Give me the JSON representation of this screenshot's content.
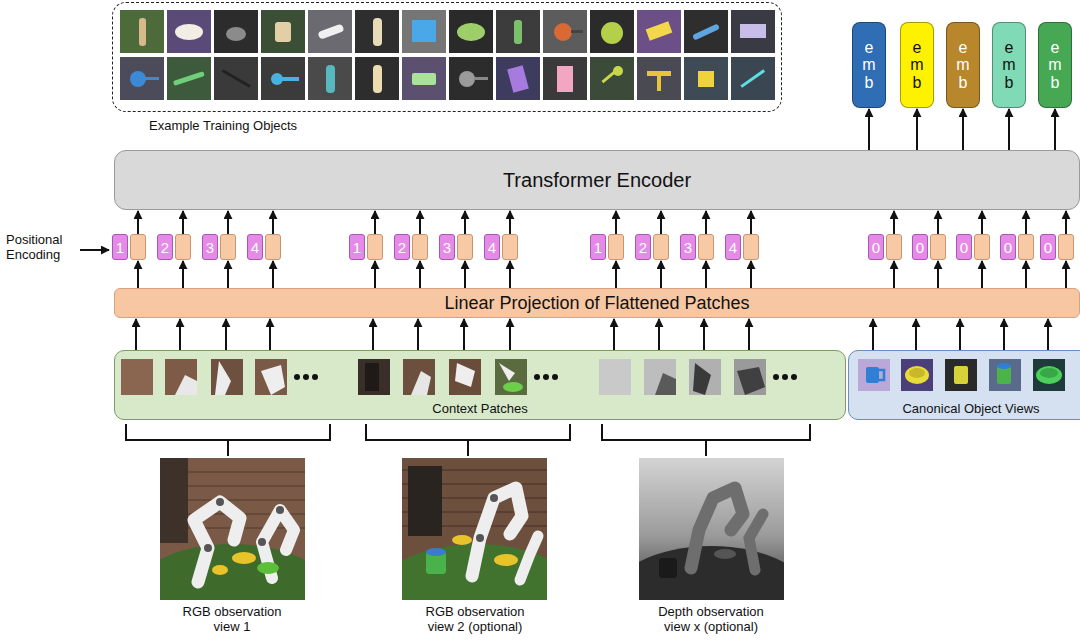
{
  "diagram": {
    "nodes": [
      {
        "text": [
          "Example Training Objects"
        ]
      },
      {
        "text": [
          "emb"
        ]
      },
      {
        "text": [
          "emb"
        ]
      },
      {
        "text": [
          "emb"
        ]
      },
      {
        "text": [
          "emb"
        ]
      },
      {
        "text": [
          "emb"
        ]
      },
      {
        "text": [
          "Transformer Encoder"
        ]
      },
      {
        "text": [
          "1"
        ]
      },
      {
        "text": [
          "2"
        ]
      },
      {
        "text": [
          "3"
        ]
      },
      {
        "text": [
          "4"
        ]
      },
      {
        "text": [
          "1"
        ]
      },
      {
        "text": [
          "2"
        ]
      },
      {
        "text": [
          "3"
        ]
      },
      {
        "text": [
          "4"
        ]
      },
      {
        "text": [
          "1"
        ]
      },
      {
        "text": [
          "2"
        ]
      },
      {
        "text": [
          "3"
        ]
      },
      {
        "text": [
          "4"
        ]
      },
      {
        "text": [
          "0"
        ]
      },
      {
        "text": [
          "0"
        ]
      },
      {
        "text": [
          "0"
        ]
      },
      {
        "text": [
          "0"
        ]
      },
      {
        "text": [
          "0"
        ]
      },
      {
        "text": [
          "Linear Projection of Flattened Patches"
        ]
      },
      {
        "text": [
          "Context Patches"
        ]
      },
      {
        "text": [
          "Canonical Object Views"
        ]
      }
    ],
    "edges": [
      {
        "from": 6,
        "to": 1,
        "arrow": "to"
      },
      {
        "from": 6,
        "to": 2,
        "arrow": "to"
      },
      {
        "from": 6,
        "to": 3,
        "arrow": "to"
      },
      {
        "from": 6,
        "to": 4,
        "arrow": "to"
      },
      {
        "from": 6,
        "to": 5,
        "arrow": "to"
      },
      {
        "from": 24,
        "to": 7,
        "arrow": "to"
      },
      {
        "from": 24,
        "to": 8,
        "arrow": "to"
      },
      {
        "from": 24,
        "to": 9,
        "arrow": "to"
      },
      {
        "from": 24,
        "to": 10,
        "arrow": "to"
      },
      {
        "from": 24,
        "to": 11,
        "arrow": "to"
      },
      {
        "from": 24,
        "to": 12,
        "arrow": "to"
      },
      {
        "from": 24,
        "to": 13,
        "arrow": "to"
      },
      {
        "from": 24,
        "to": 14,
        "arrow": "to"
      },
      {
        "from": 24,
        "to": 15,
        "arrow": "to"
      },
      {
        "from": 24,
        "to": 16,
        "arrow": "to"
      },
      {
        "from": 24,
        "to": 17,
        "arrow": "to"
      },
      {
        "from": 24,
        "to": 18,
        "arrow": "to"
      },
      {
        "from": 24,
        "to": 19,
        "arrow": "to"
      },
      {
        "from": 24,
        "to": 20,
        "arrow": "to"
      },
      {
        "from": 24,
        "to": 21,
        "arrow": "to"
      },
      {
        "from": 24,
        "to": 22,
        "arrow": "to"
      },
      {
        "from": 24,
        "to": 23,
        "arrow": "to"
      },
      {
        "from": 7,
        "to": 6,
        "arrow": "to"
      },
      {
        "from": 8,
        "to": 6,
        "arrow": "to"
      },
      {
        "from": 9,
        "to": 6,
        "arrow": "to"
      },
      {
        "from": 10,
        "to": 6,
        "arrow": "to"
      },
      {
        "from": 11,
        "to": 6,
        "arrow": "to"
      },
      {
        "from": 12,
        "to": 6,
        "arrow": "to"
      },
      {
        "from": 13,
        "to": 6,
        "arrow": "to"
      },
      {
        "from": 14,
        "to": 6,
        "arrow": "to"
      },
      {
        "from": 15,
        "to": 6,
        "arrow": "to"
      },
      {
        "from": 16,
        "to": 6,
        "arrow": "to"
      },
      {
        "from": 17,
        "to": 6,
        "arrow": "to"
      },
      {
        "from": 18,
        "to": 6,
        "arrow": "to"
      },
      {
        "from": 19,
        "to": 6,
        "arrow": "to"
      },
      {
        "from": 20,
        "to": 6,
        "arrow": "to"
      },
      {
        "from": 21,
        "to": 6,
        "arrow": "to"
      },
      {
        "from": 22,
        "to": 6,
        "arrow": "to"
      },
      {
        "from": 23,
        "to": 6,
        "arrow": "to"
      },
      {
        "from": 25,
        "to": 24,
        "arrow": "to"
      },
      {
        "from": 26,
        "to": 24,
        "arrow": "to"
      }
    ],
    "labels": [
      "Positional Encoding",
      "RGB observation view 1",
      "RGB observation view 2 (optional)",
      "Depth observation view x (optional)"
    ]
  }
}
